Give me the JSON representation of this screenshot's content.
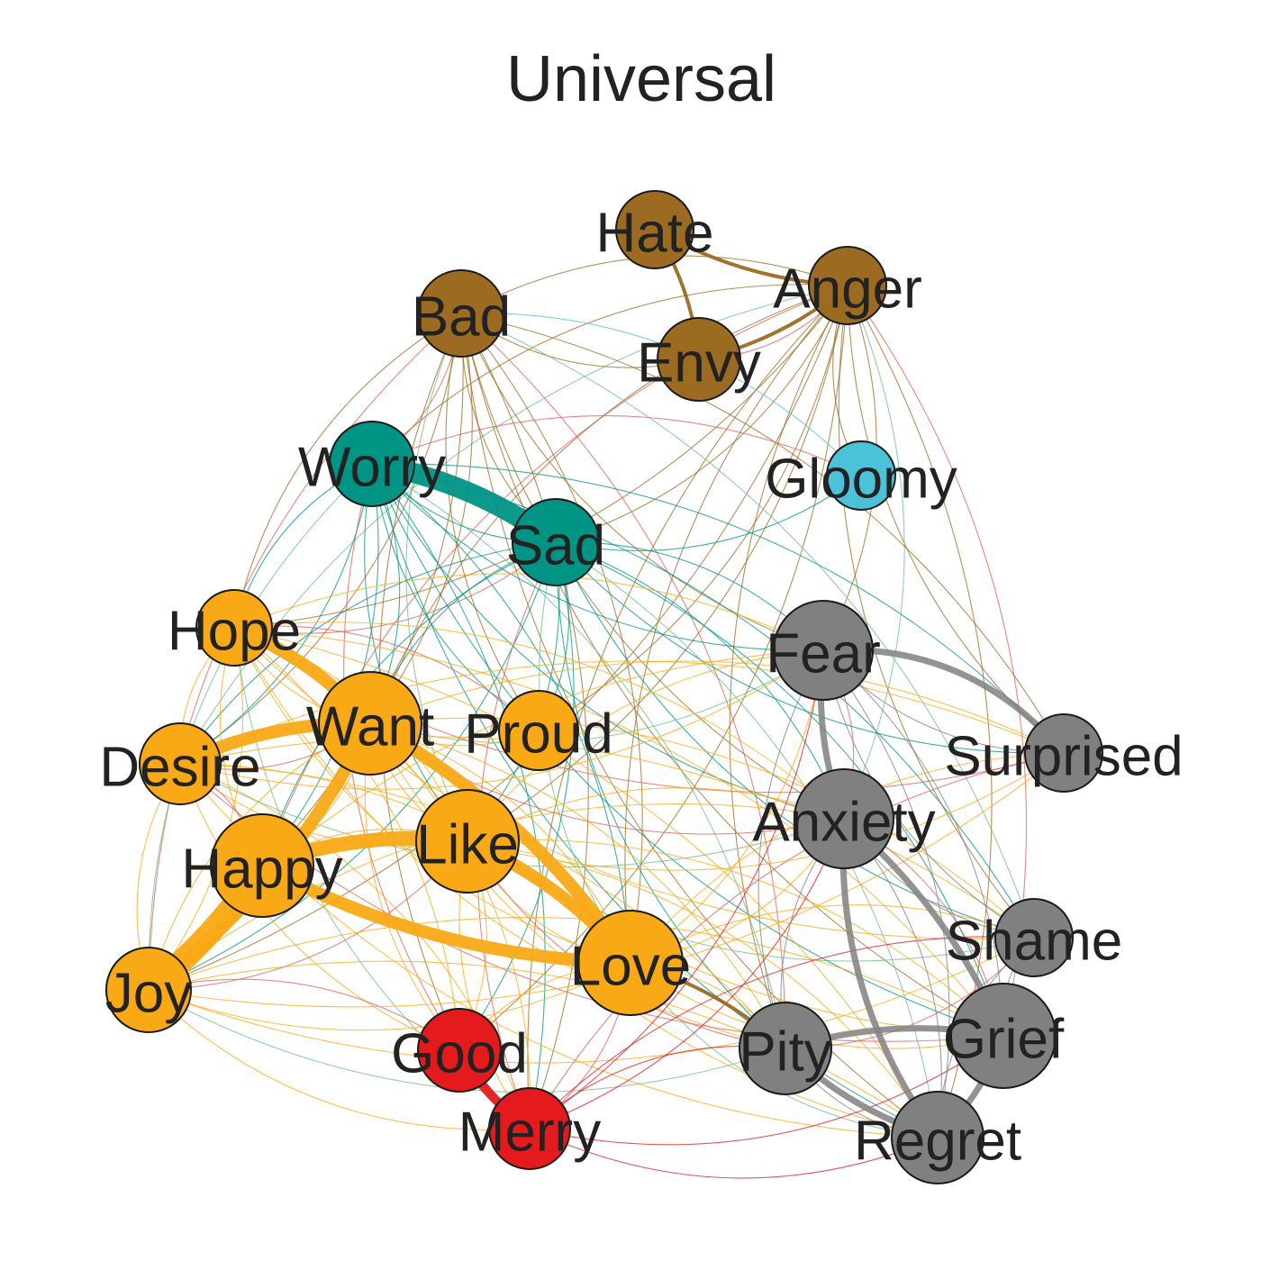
{
  "title": "Universal",
  "colors": {
    "brown": "#9C6B22",
    "teal": "#009485",
    "cyan": "#4BC2D7",
    "gray": "#808080",
    "orange": "#F9A915",
    "red": "#E41A1C",
    "green_edge": "#6DBF8A",
    "red_edge": "#E0605A"
  },
  "nodes": [
    {
      "id": "Hate",
      "label": "Hate",
      "color": "brown"
    },
    {
      "id": "Anger",
      "label": "Anger",
      "color": "brown"
    },
    {
      "id": "Bad",
      "label": "Bad",
      "color": "brown"
    },
    {
      "id": "Envy",
      "label": "Envy",
      "color": "brown"
    },
    {
      "id": "Worry",
      "label": "Worry",
      "color": "teal"
    },
    {
      "id": "Sad",
      "label": "Sad",
      "color": "teal"
    },
    {
      "id": "Gloomy",
      "label": "Gloomy",
      "color": "cyan"
    },
    {
      "id": "Hope",
      "label": "Hope",
      "color": "orange"
    },
    {
      "id": "Want",
      "label": "Want",
      "color": "orange"
    },
    {
      "id": "Proud",
      "label": "Proud",
      "color": "orange"
    },
    {
      "id": "Desire",
      "label": "Desire",
      "color": "orange"
    },
    {
      "id": "Like",
      "label": "Like",
      "color": "orange"
    },
    {
      "id": "Happy",
      "label": "Happy",
      "color": "orange"
    },
    {
      "id": "Joy",
      "label": "Joy",
      "color": "orange"
    },
    {
      "id": "Love",
      "label": "Love",
      "color": "orange"
    },
    {
      "id": "Good",
      "label": "Good",
      "color": "red"
    },
    {
      "id": "Merry",
      "label": "Merry",
      "color": "red"
    },
    {
      "id": "Fear",
      "label": "Fear",
      "color": "gray"
    },
    {
      "id": "Surprised",
      "label": "Surprised",
      "color": "gray"
    },
    {
      "id": "Anxiety",
      "label": "Anxiety",
      "color": "gray"
    },
    {
      "id": "Shame",
      "label": "Shame",
      "color": "gray"
    },
    {
      "id": "Grief",
      "label": "Grief",
      "color": "gray"
    },
    {
      "id": "Pity",
      "label": "Pity",
      "color": "gray"
    },
    {
      "id": "Regret",
      "label": "Regret",
      "color": "gray"
    }
  ],
  "strong_edges": [
    {
      "source": "Worry",
      "target": "Sad",
      "color": "teal"
    },
    {
      "source": "Joy",
      "target": "Happy",
      "color": "orange"
    },
    {
      "source": "Happy",
      "target": "Like",
      "color": "orange"
    },
    {
      "source": "Happy",
      "target": "Love",
      "color": "orange"
    },
    {
      "source": "Want",
      "target": "Love",
      "color": "orange"
    },
    {
      "source": "Want",
      "target": "Desire",
      "color": "orange"
    },
    {
      "source": "Hope",
      "target": "Want",
      "color": "orange"
    },
    {
      "source": "Joy",
      "target": "Want",
      "color": "orange"
    },
    {
      "source": "Like",
      "target": "Love",
      "color": "orange"
    },
    {
      "source": "Good",
      "target": "Merry",
      "color": "red"
    },
    {
      "source": "Fear",
      "target": "Surprised",
      "color": "gray"
    },
    {
      "source": "Fear",
      "target": "Anxiety",
      "color": "gray"
    },
    {
      "source": "Anxiety",
      "target": "Grief",
      "color": "gray"
    },
    {
      "source": "Anxiety",
      "target": "Regret",
      "color": "gray"
    },
    {
      "source": "Pity",
      "target": "Grief",
      "color": "gray"
    },
    {
      "source": "Pity",
      "target": "Regret",
      "color": "gray"
    },
    {
      "source": "Grief",
      "target": "Regret",
      "color": "gray"
    },
    {
      "source": "Hate",
      "target": "Anger",
      "color": "brown"
    },
    {
      "source": "Hate",
      "target": "Envy",
      "color": "brown"
    },
    {
      "source": "Envy",
      "target": "Anger",
      "color": "brown"
    },
    {
      "source": "Love",
      "target": "Pity",
      "color": "brown"
    }
  ]
}
